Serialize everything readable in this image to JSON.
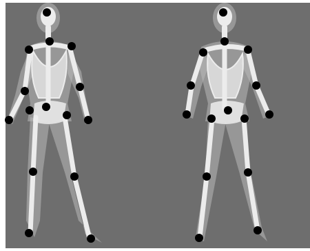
{
  "figure": {
    "background_color": "#6e6e6e",
    "frame_color": "#ffffff",
    "bone_color": "#ececec",
    "flesh_color": "#b9b9b9",
    "marker_color": "#000000"
  },
  "figures": [
    {
      "id": "left-skeleton",
      "pose": "arms-out",
      "markers": [
        "head",
        "neck",
        "right-shoulder",
        "left-shoulder",
        "right-elbow",
        "left-elbow",
        "right-wrist",
        "left-wrist",
        "pelvis-center",
        "right-hip",
        "left-hip",
        "right-knee",
        "left-knee",
        "right-ankle",
        "left-ankle"
      ]
    },
    {
      "id": "right-skeleton",
      "pose": "arms-down",
      "markers": [
        "head",
        "neck",
        "right-shoulder",
        "left-shoulder",
        "right-elbow",
        "left-elbow",
        "right-wrist",
        "left-wrist",
        "pelvis-center",
        "right-hip",
        "left-hip",
        "right-knee",
        "left-knee",
        "right-ankle",
        "left-ankle"
      ]
    }
  ]
}
